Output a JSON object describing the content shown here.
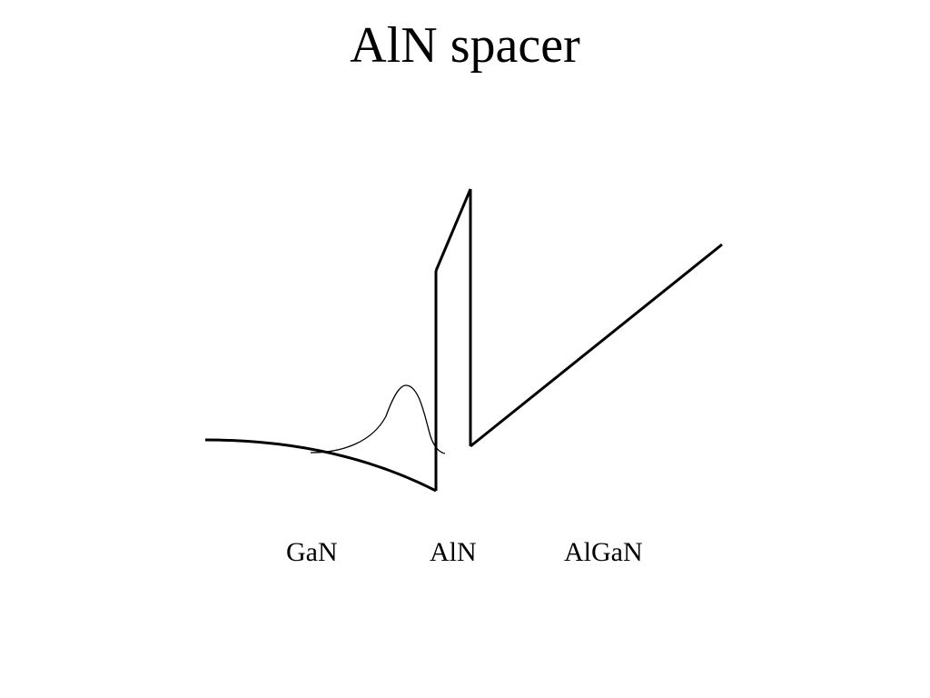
{
  "slide": {
    "title": "AlN spacer"
  },
  "layers": [
    {
      "name": "GaN"
    },
    {
      "name": "AlN"
    },
    {
      "name": "AlGaN"
    }
  ],
  "colors": {
    "background": "#ffffff",
    "line": "#000000"
  }
}
